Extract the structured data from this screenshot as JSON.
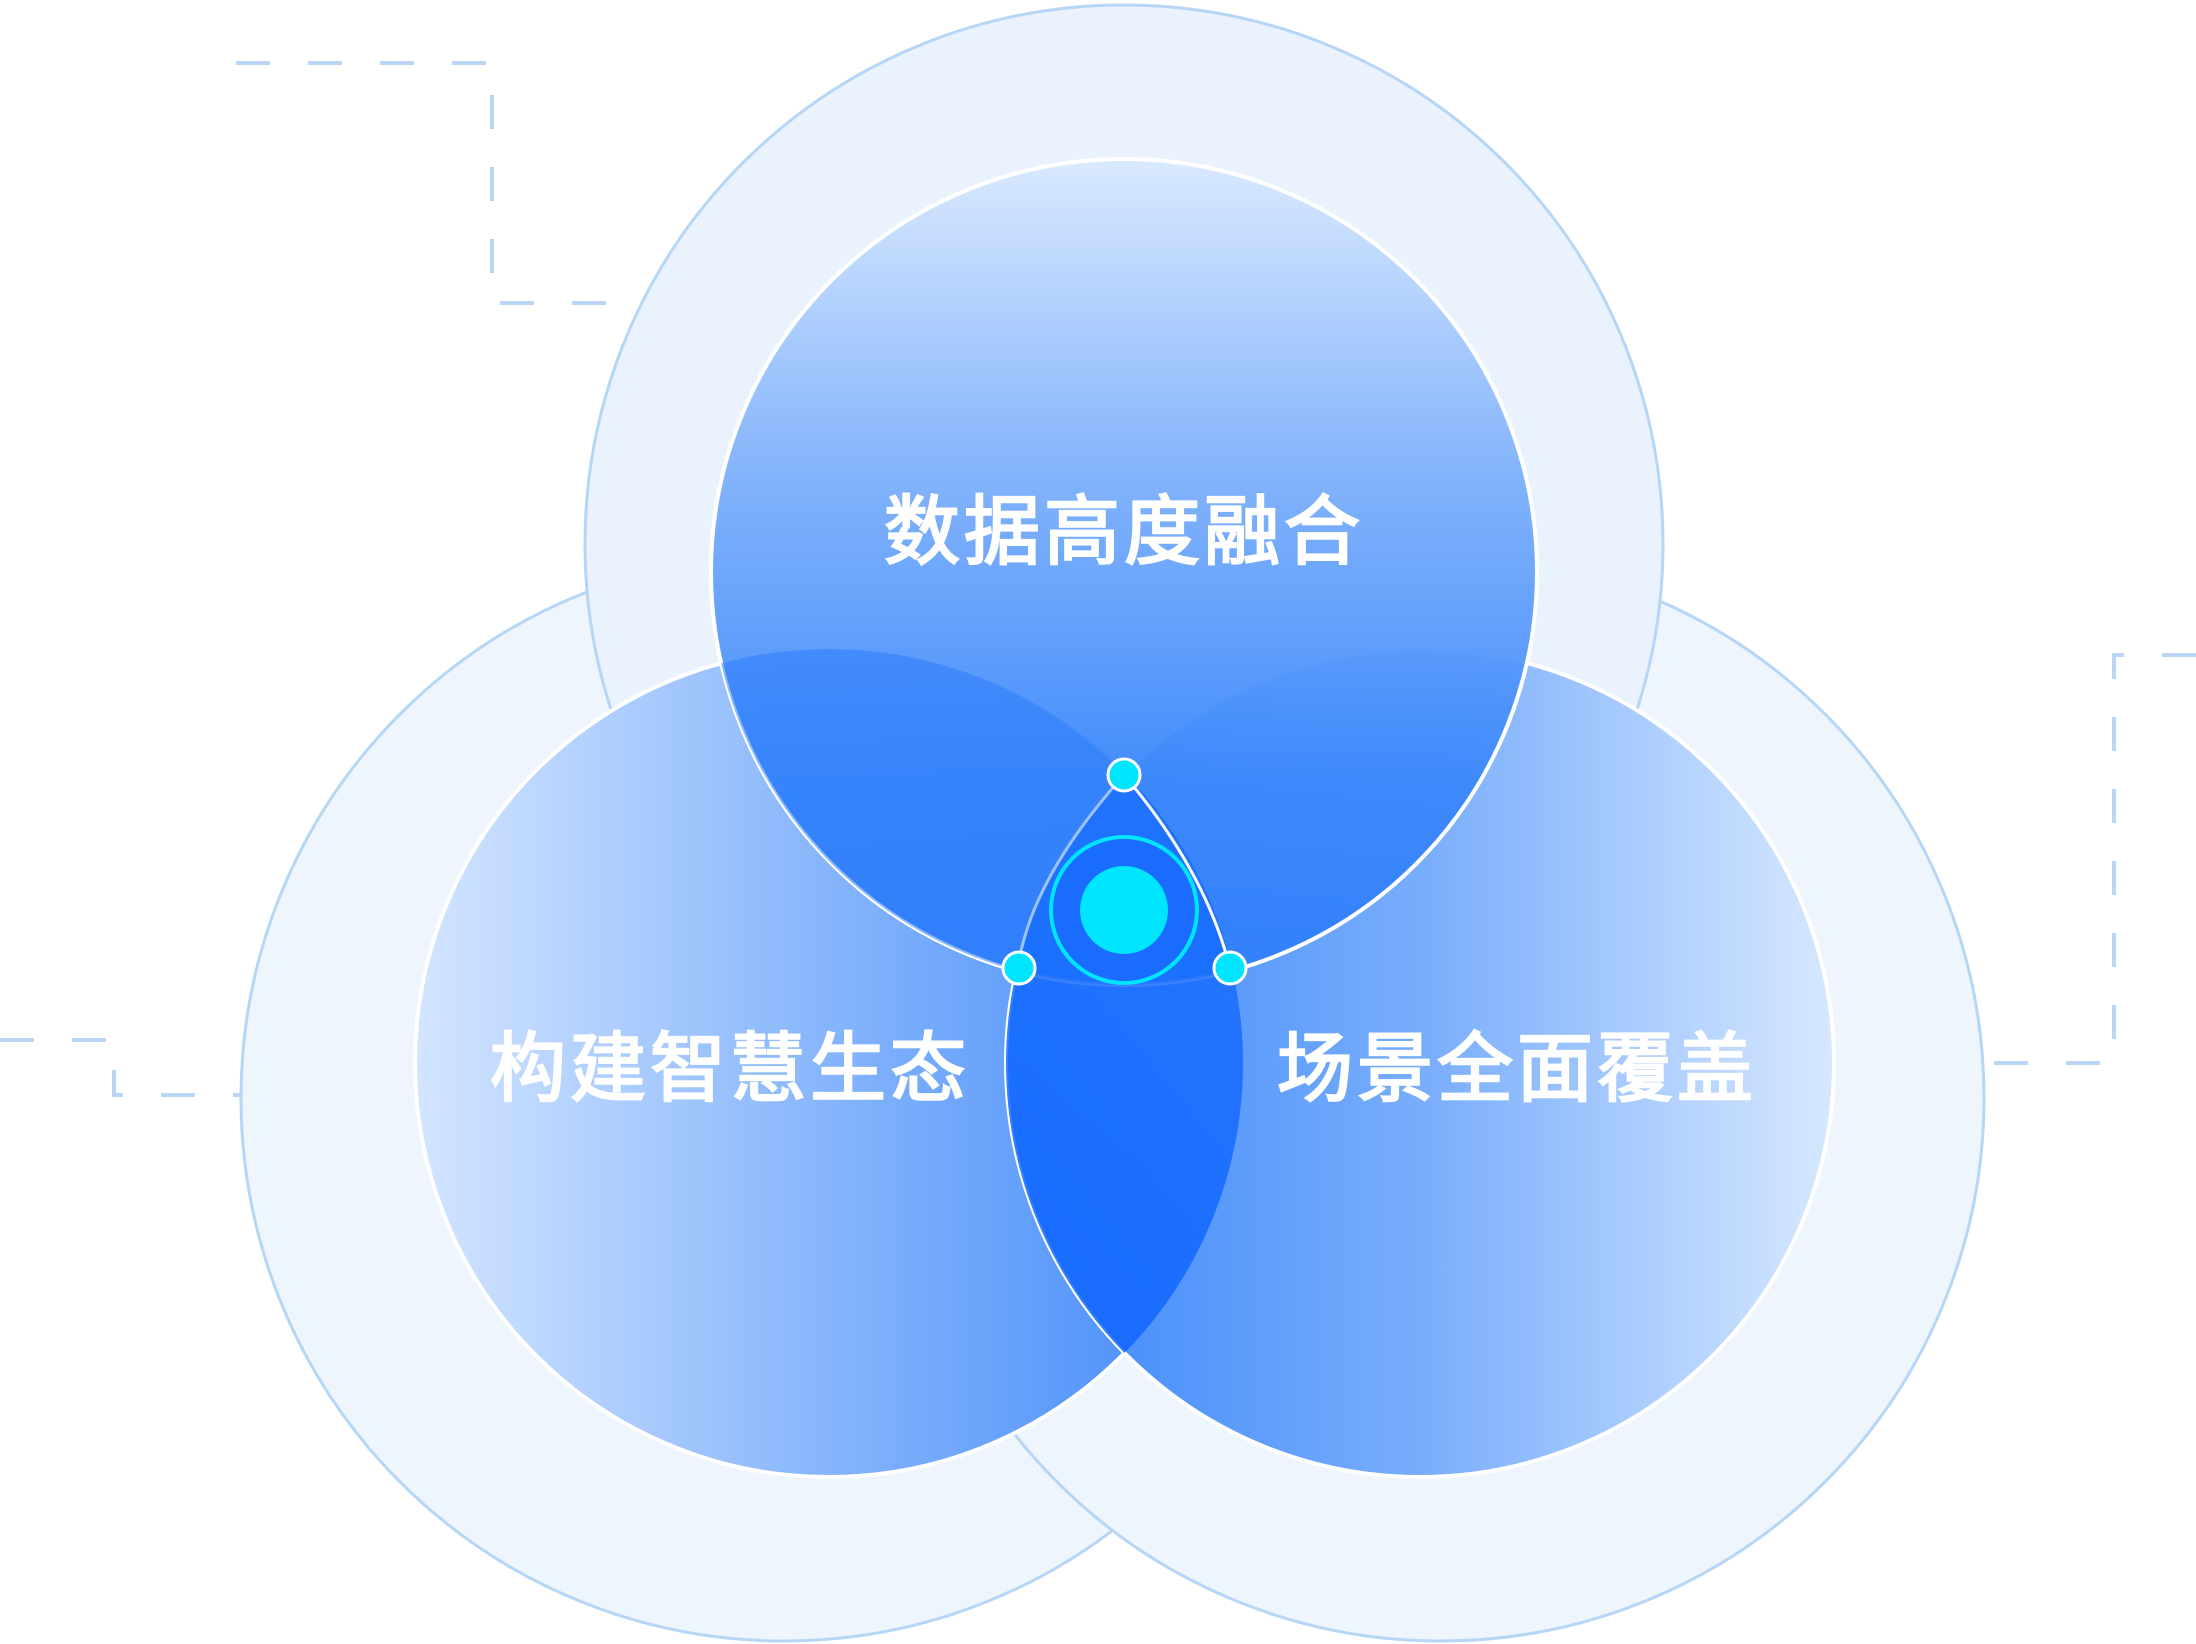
{
  "diagram": {
    "top_label": "数据高度融合",
    "left_label": "构建智慧生态",
    "right_label": "场景全面覆盖"
  },
  "colors": {
    "halo_fill": "#eaf3fd",
    "halo_stroke": "#b6d6f7",
    "circle_light": "#d6e8ff",
    "circle_mid": "#6fa9fb",
    "circle_deep": "#2f7dfb",
    "center_core": "#1268ff",
    "dot_cyan": "#00e5ff",
    "dashed_line": "#b9d6f6"
  }
}
